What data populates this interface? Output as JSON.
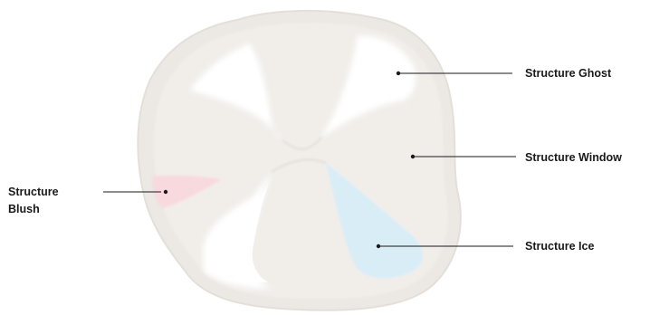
{
  "diagram": {
    "labels": {
      "ghost": "Structure Ghost",
      "window": "Structure Window",
      "ice": "Structure Ice",
      "blush_line1": "Structure",
      "blush_line2": "Blush"
    },
    "colors": {
      "tooth_outer": "#ECE8E3",
      "tooth_inner": "#F2F0EC",
      "ghost_white": "#FFFFFF",
      "ice_blue": "#D9EDF7",
      "blush_pink": "#F8DADE",
      "leader_line": "#1a1a1a"
    }
  }
}
